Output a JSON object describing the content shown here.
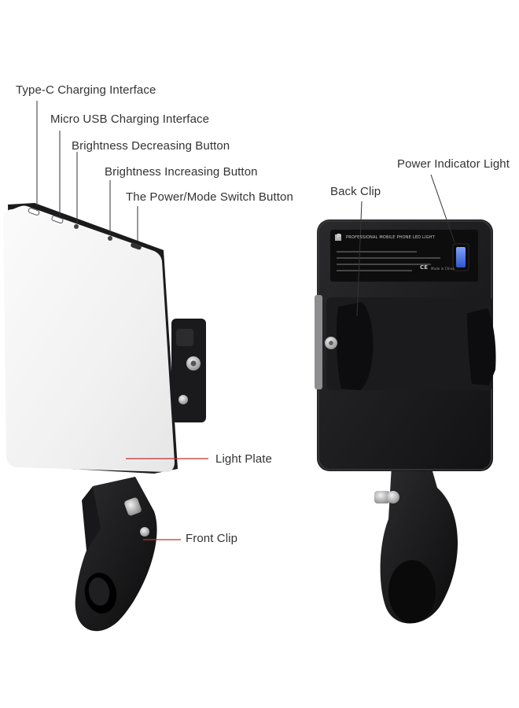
{
  "labels": {
    "type_c": "Type-C Charging Interface",
    "micro_usb": "Micro USB Charging Interface",
    "brightness_down": "Brightness Decreasing Button",
    "brightness_up": "Brightness Increasing Button",
    "power_mode": "The Power/Mode Switch Button",
    "light_plate": "Light Plate",
    "front_clip": "Front Clip",
    "back_clip": "Back Clip",
    "power_indicator": "Power Indicator Light"
  },
  "back_panel": {
    "brand_mark": "P",
    "product_title": "PROFESSIONAL MOBILE PHONE LED LIGHT",
    "cert_ce": "CE",
    "made_in": "Made in China"
  },
  "colors": {
    "label_text": "#333333",
    "leader_line": "#c03030",
    "device_body": "#1c1c1e",
    "light_plate": "#f4f4f4",
    "indicator_blue": "#3a66d8"
  }
}
